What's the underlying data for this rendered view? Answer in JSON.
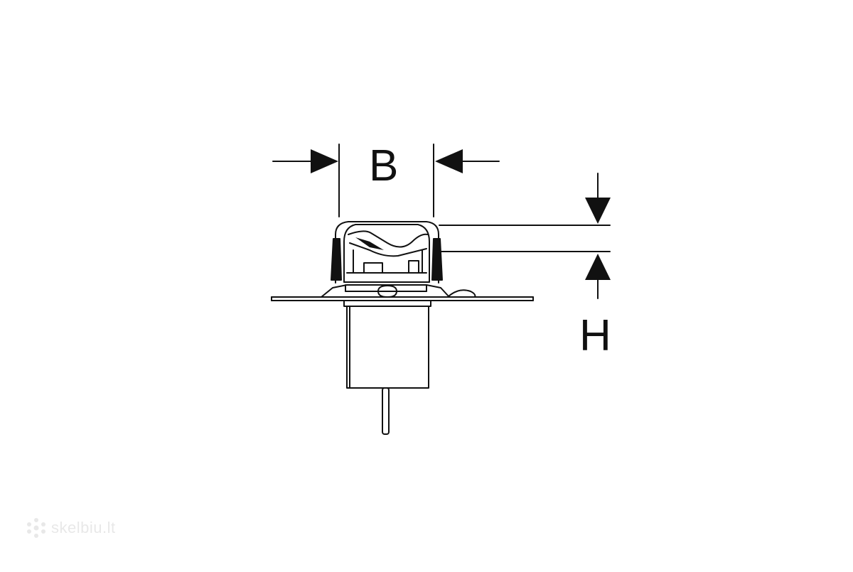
{
  "diagram": {
    "width_label": "B",
    "height_label": "H"
  },
  "watermark": {
    "text": "skelbiu.lt",
    "icon": "snowflake-icon"
  },
  "colors": {
    "line": "#111111",
    "background": "#ffffff",
    "watermark": "#d6d6d6"
  }
}
